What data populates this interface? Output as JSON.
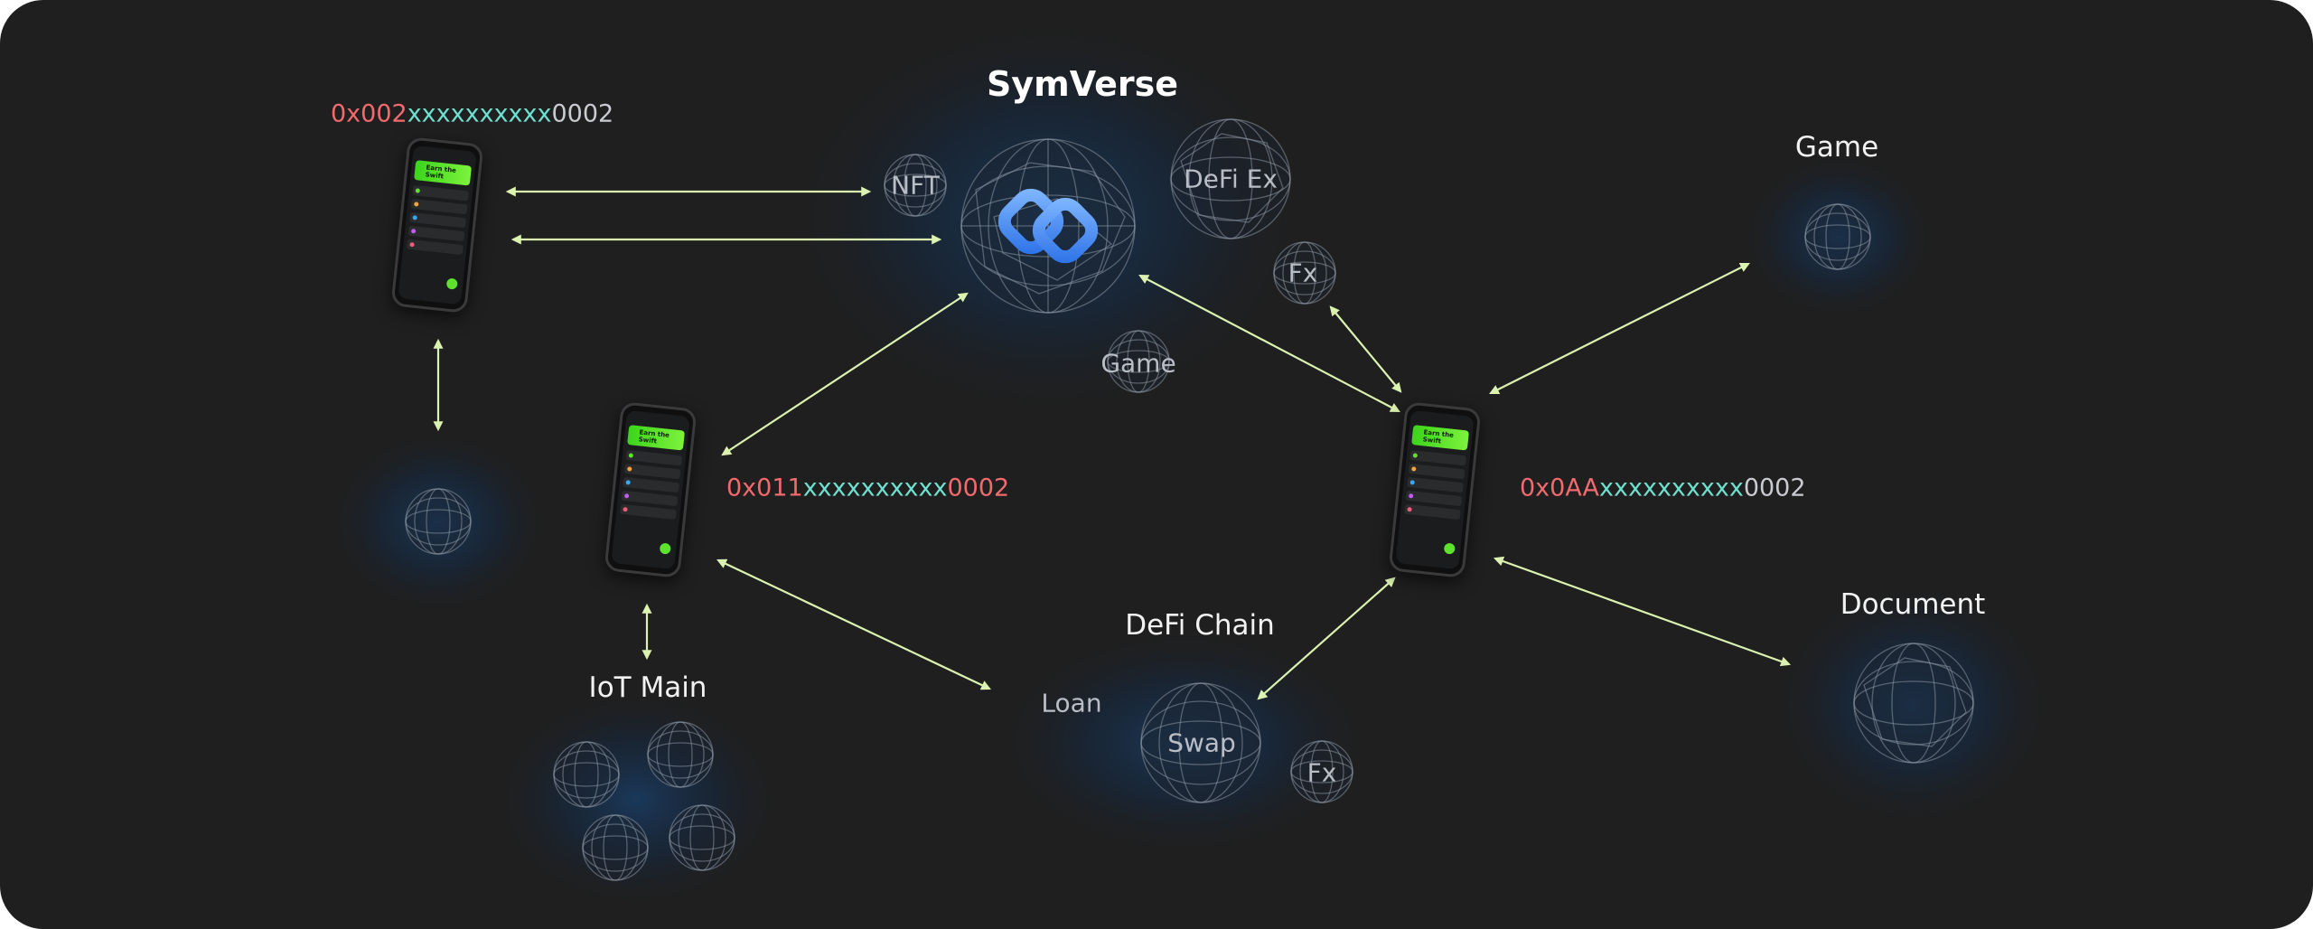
{
  "diagram": {
    "title": "SymVerse",
    "wallet_addresses": {
      "top_left": {
        "prefix": "0x002",
        "middle": "xxxxxxxxxx",
        "suffix": "0002"
      },
      "center": {
        "prefix": "0x011",
        "middle": "xxxxxxxxxx",
        "suffix": "0002"
      },
      "right": {
        "prefix": "0x0AA",
        "middle": "xxxxxxxxxx",
        "suffix": "0002"
      }
    },
    "symverse_nodes": [
      "NFT",
      "DeFi Ex",
      "Fx",
      "Game"
    ],
    "chains": {
      "game": "Game",
      "document": "Document",
      "iot": "IoT Main",
      "defi": "DeFi Chain"
    },
    "defi_nodes": [
      "Loan",
      "Swap",
      "Fx"
    ],
    "phone_banner": "Earn the Swift"
  },
  "colors": {
    "background": "#1f1f1f",
    "arrow": "#dcf2b0",
    "address_prefix": "#f26a6d",
    "address_middle": "#6ee0cf",
    "address_suffix": "#c9cbd0",
    "logo": "#3d8bf5",
    "globe_line": "#8b95a3",
    "glow": "#16304f"
  }
}
